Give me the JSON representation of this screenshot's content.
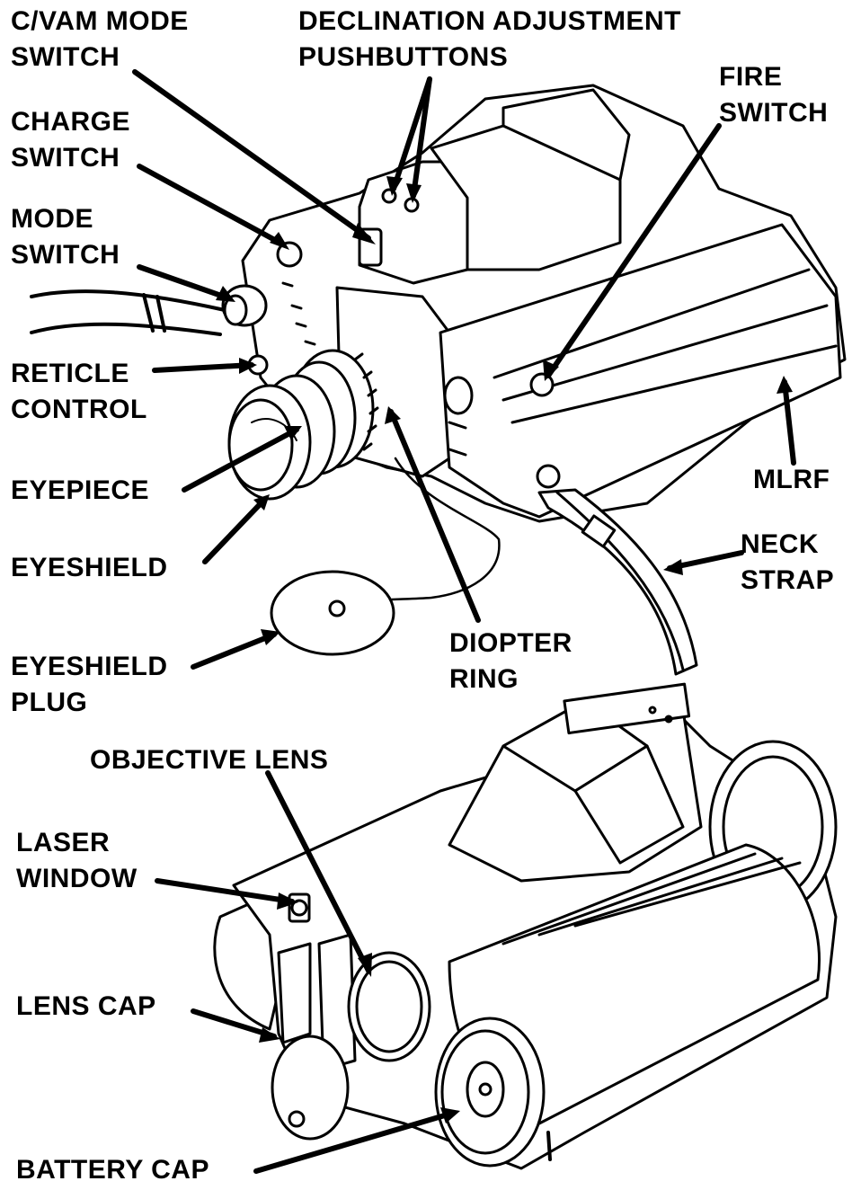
{
  "labels": {
    "cvam_mode_switch": [
      "C/VAM MODE",
      "SWITCH"
    ],
    "declination_adjustment_pushbuttons": [
      "DECLINATION ADJUSTMENT",
      "PUSHBUTTONS"
    ],
    "fire_switch": [
      "FIRE",
      "SWITCH"
    ],
    "charge_switch": [
      "CHARGE",
      "SWITCH"
    ],
    "mode_switch": [
      "MODE",
      "SWITCH"
    ],
    "reticle_control": [
      "RETICLE",
      "CONTROL"
    ],
    "eyepiece": [
      "EYEPIECE"
    ],
    "mlrf": [
      "MLRF"
    ],
    "eyeshield": [
      "EYESHIELD"
    ],
    "neck_strap": [
      "NECK",
      "STRAP"
    ],
    "eyeshield_plug": [
      "EYESHIELD",
      "PLUG"
    ],
    "diopter_ring": [
      "DIOPTER",
      "RING"
    ],
    "objective_lens": [
      "OBJECTIVE LENS"
    ],
    "laser_window": [
      "LASER",
      "WINDOW"
    ],
    "lens_cap": [
      "LENS CAP"
    ],
    "battery_cap": [
      "BATTERY CAP"
    ]
  }
}
